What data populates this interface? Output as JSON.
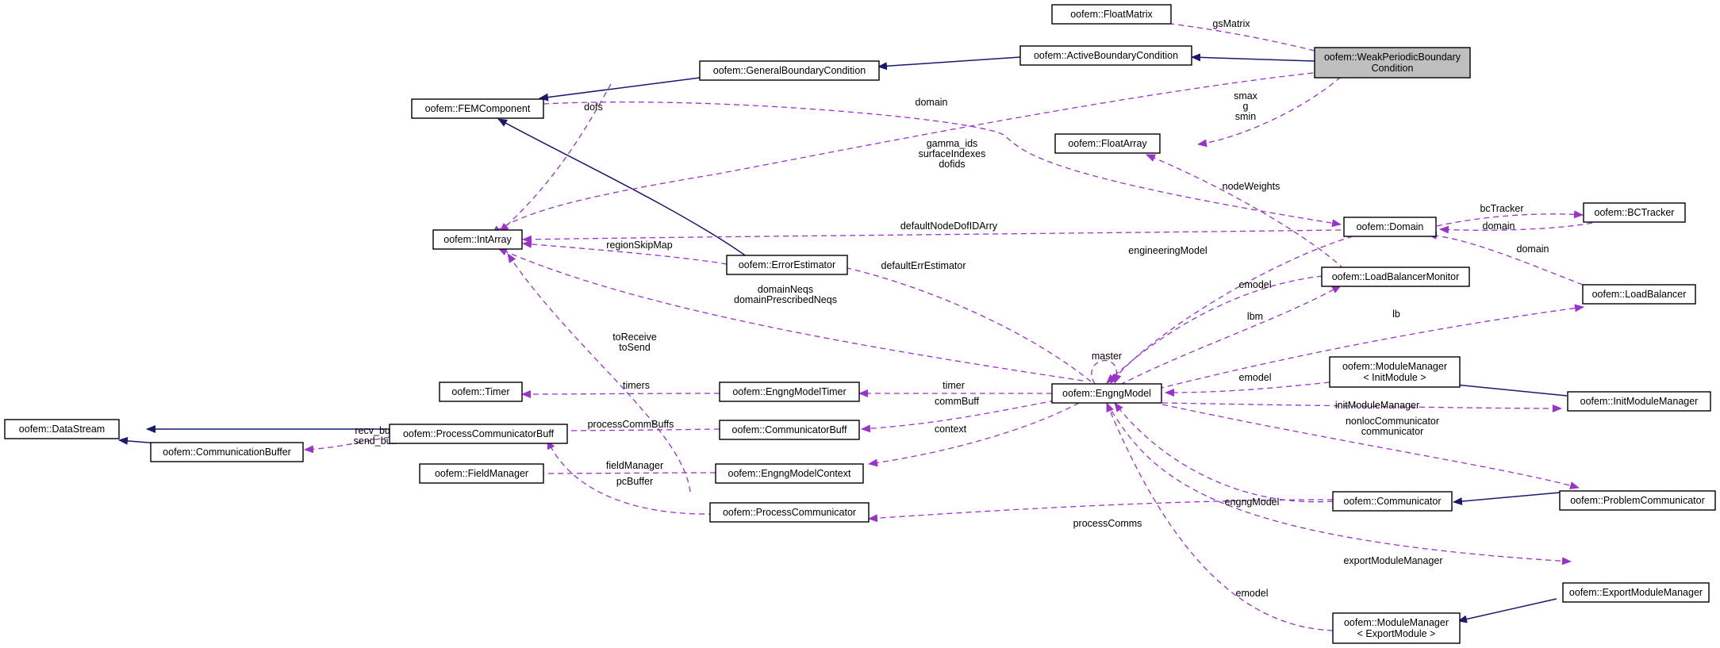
{
  "colors": {
    "inheritance": "#191970",
    "usage": "#9a32cd",
    "focus_fill": "#bfbfbf"
  },
  "nodes": {
    "floatmatrix": {
      "lines": [
        "oofem::FloatMatrix"
      ]
    },
    "activebc": {
      "lines": [
        "oofem::ActiveBoundaryCondition"
      ]
    },
    "weakperiodic": {
      "lines": [
        "oofem::WeakPeriodicBoundary",
        "Condition"
      ]
    },
    "generalbc": {
      "lines": [
        "oofem::GeneralBoundaryCondition"
      ]
    },
    "femcomponent": {
      "lines": [
        "oofem::FEMComponent"
      ]
    },
    "floatarray": {
      "lines": [
        "oofem::FloatArray"
      ]
    },
    "intarray": {
      "lines": [
        "oofem::IntArray"
      ]
    },
    "domain": {
      "lines": [
        "oofem::Domain"
      ]
    },
    "bctracker": {
      "lines": [
        "oofem::BCTracker"
      ]
    },
    "errorestimator": {
      "lines": [
        "oofem::ErrorEstimator"
      ]
    },
    "lbmonitor": {
      "lines": [
        "oofem::LoadBalancerMonitor"
      ]
    },
    "loadbalancer": {
      "lines": [
        "oofem::LoadBalancer"
      ]
    },
    "mm_init": {
      "lines": [
        "oofem::ModuleManager",
        "< InitModule >"
      ]
    },
    "timer": {
      "lines": [
        "oofem::Timer"
      ]
    },
    "engngtimer": {
      "lines": [
        "oofem::EngngModelTimer"
      ]
    },
    "engngmodel": {
      "lines": [
        "oofem::EngngModel"
      ]
    },
    "initmm": {
      "lines": [
        "oofem::InitModuleManager"
      ]
    },
    "datastream": {
      "lines": [
        "oofem::DataStream"
      ]
    },
    "pcommbuff": {
      "lines": [
        "oofem::ProcessCommunicatorBuff"
      ]
    },
    "commbuff": {
      "lines": [
        "oofem::CommunicatorBuff"
      ]
    },
    "commbuffer": {
      "lines": [
        "oofem::CommunicationBuffer"
      ]
    },
    "fieldmanager": {
      "lines": [
        "oofem::FieldManager"
      ]
    },
    "engngcontext": {
      "lines": [
        "oofem::EngngModelContext"
      ]
    },
    "pcomm": {
      "lines": [
        "oofem::ProcessCommunicator"
      ]
    },
    "problemcomm": {
      "lines": [
        "oofem::ProblemCommunicator"
      ]
    },
    "communicator": {
      "lines": [
        "oofem::Communicator"
      ]
    },
    "exportmm": {
      "lines": [
        "oofem::ExportModuleManager"
      ]
    },
    "mm_export": {
      "lines": [
        "oofem::ModuleManager",
        "< ExportModule >"
      ]
    }
  },
  "edge_labels": {
    "gsMatrix": [
      "gsMatrix"
    ],
    "smax": [
      "smax",
      "g",
      "smin"
    ],
    "domain_fem": [
      "domain"
    ],
    "dofs": [
      "dofs"
    ],
    "gamma": [
      "gamma_ids",
      "surfaceIndexes",
      "dofids"
    ],
    "nodeWeights": [
      "nodeWeights"
    ],
    "bcTracker": [
      "bcTracker"
    ],
    "domain_bct": [
      "domain"
    ],
    "defaultNode": [
      "defaultNodeDofIDArry"
    ],
    "regionSkip": [
      "regionSkipMap"
    ],
    "defaultErr": [
      "defaultErrEstimator"
    ],
    "engineeringModel": [
      "engineeringModel"
    ],
    "domain_lb": [
      "domain"
    ],
    "domainNeqs": [
      "domainNeqs",
      "domainPrescribedNeqs"
    ],
    "emodel_lbm": [
      "emodel"
    ],
    "lbm": [
      "lbm"
    ],
    "lb": [
      "lb"
    ],
    "toReceive": [
      "toReceive",
      "toSend"
    ],
    "master": [
      "master"
    ],
    "emodel_mm": [
      "emodel"
    ],
    "timers": [
      "timers"
    ],
    "timer": [
      "timer"
    ],
    "initModuleManager": [
      "initModuleManager"
    ],
    "commBuff": [
      "commBuff"
    ],
    "recv": [
      "recv_buff",
      "send_buff"
    ],
    "processCommBuffs": [
      "processCommBuffs"
    ],
    "nonloc": [
      "nonlocCommunicator",
      "communicator"
    ],
    "context": [
      "context"
    ],
    "fieldManager": [
      "fieldManager"
    ],
    "pcBuffer": [
      "pcBuffer"
    ],
    "engngModel": [
      "engngModel"
    ],
    "processComms": [
      "processComms"
    ],
    "exportModuleManager": [
      "exportModuleManager"
    ],
    "emodel_exp": [
      "emodel"
    ]
  }
}
